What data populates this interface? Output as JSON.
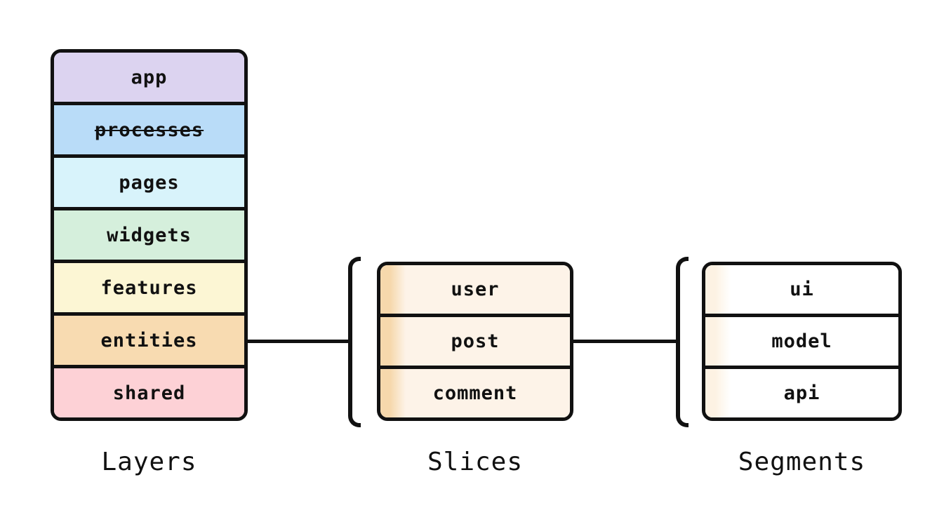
{
  "style": {
    "line_color": "#111111",
    "canvas_background": "#ffffff"
  },
  "layers": {
    "caption": "Layers",
    "items": [
      {
        "label": "app",
        "color": "#dcd3f0",
        "deprecated": false
      },
      {
        "label": "processes",
        "color": "#b9dcf8",
        "deprecated": true
      },
      {
        "label": "pages",
        "color": "#d8f3fb",
        "deprecated": false
      },
      {
        "label": "widgets",
        "color": "#d5efdc",
        "deprecated": false
      },
      {
        "label": "features",
        "color": "#fcf6d4",
        "deprecated": false
      },
      {
        "label": "entities",
        "color": "#f8dbb1",
        "deprecated": false
      },
      {
        "label": "shared",
        "color": "#fdd1d6",
        "deprecated": false
      }
    ]
  },
  "slices": {
    "caption": "Slices",
    "bg_color": "#fdf3e8",
    "strip_color": "#f6d8ac",
    "items": [
      {
        "label": "user"
      },
      {
        "label": "post"
      },
      {
        "label": "comment"
      }
    ]
  },
  "segments": {
    "caption": "Segments",
    "bg_color": "#ffffff",
    "strip_color": "#fdf2e3",
    "items": [
      {
        "label": "ui"
      },
      {
        "label": "model"
      },
      {
        "label": "api"
      }
    ]
  }
}
